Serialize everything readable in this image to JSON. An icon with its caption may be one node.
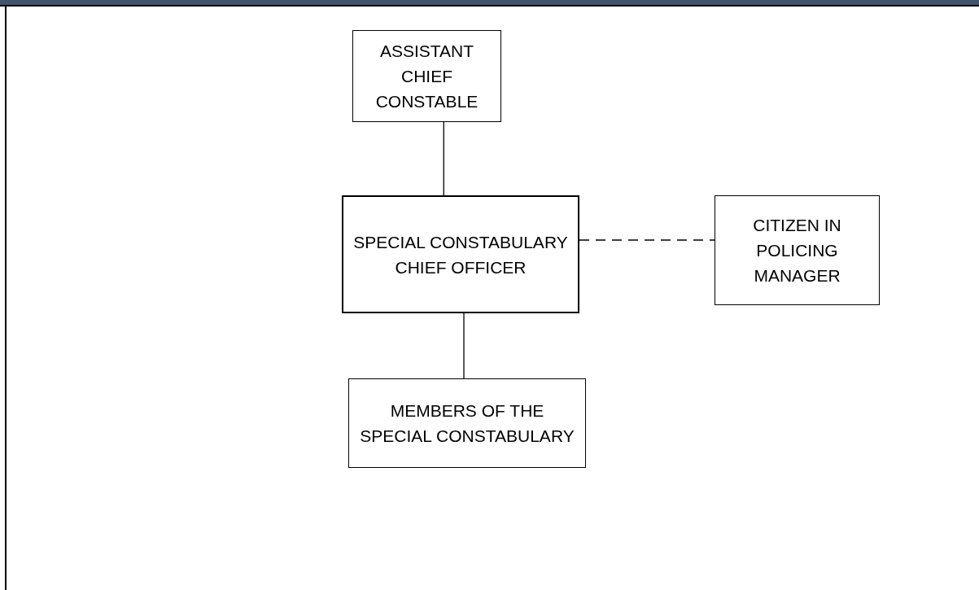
{
  "diagram": {
    "nodes": [
      {
        "text": [
          "ASSISTANT CHIEF CONSTABLE"
        ]
      },
      {
        "text": [
          "SPECIAL CONSTABULARY CHIEF OFFICER"
        ]
      },
      {
        "text": [
          "CITIZEN IN POLICING MANAGER"
        ]
      },
      {
        "text": [
          "MEMBERS OF THE SPECIAL CONSTABULARY"
        ]
      }
    ],
    "edges": [
      {
        "from": 0,
        "to": 1,
        "arrow": "none"
      },
      {
        "from": 1,
        "to": 2,
        "arrow": "none",
        "style": "dashed"
      },
      {
        "from": 1,
        "to": 3,
        "arrow": "none"
      }
    ]
  }
}
